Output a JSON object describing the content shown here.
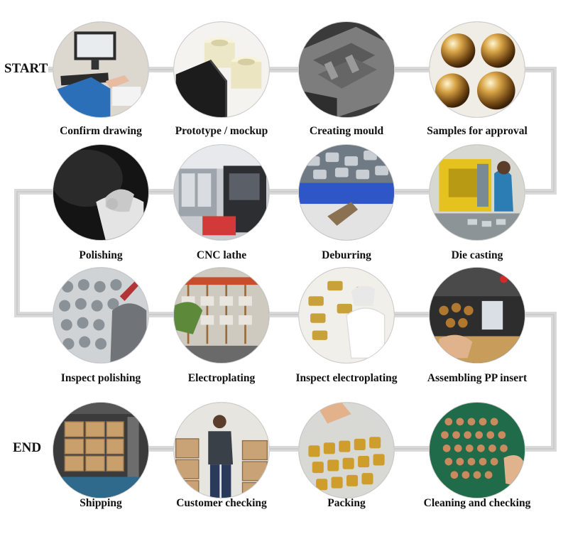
{
  "flow": {
    "start_label": "START",
    "end_label": "END",
    "steps": [
      {
        "label": "Confirm drawing",
        "icon": "office-worker-computer-photo"
      },
      {
        "label": "Prototype / mockup",
        "icon": "white-prototype-parts-photo"
      },
      {
        "label": "Creating mould",
        "icon": "steel-mould-photo"
      },
      {
        "label": "Samples for approval",
        "icon": "gold-spheres-photo"
      },
      {
        "label": "Polishing",
        "icon": "polishing-hands-photo"
      },
      {
        "label": "CNC lathe",
        "icon": "cnc-machine-photo"
      },
      {
        "label": "Deburring",
        "icon": "deburring-parts-photo"
      },
      {
        "label": "Die casting",
        "icon": "die-casting-machine-photo"
      },
      {
        "label": "Inspect polishing",
        "icon": "polished-parts-tray-photo"
      },
      {
        "label": "Electroplating",
        "icon": "electroplating-rack-photo"
      },
      {
        "label": "Inspect electroplating",
        "icon": "gold-plated-parts-photo"
      },
      {
        "label": "Assembling PP insert",
        "icon": "assembly-machine-photo"
      },
      {
        "label": "Shipping",
        "icon": "container-boxes-photo"
      },
      {
        "label": "Customer checking",
        "icon": "warehouse-cartons-photo"
      },
      {
        "label": "Packing",
        "icon": "gold-caps-tray-photo"
      },
      {
        "label": "Cleaning and checking",
        "icon": "copper-parts-board-photo"
      }
    ]
  }
}
